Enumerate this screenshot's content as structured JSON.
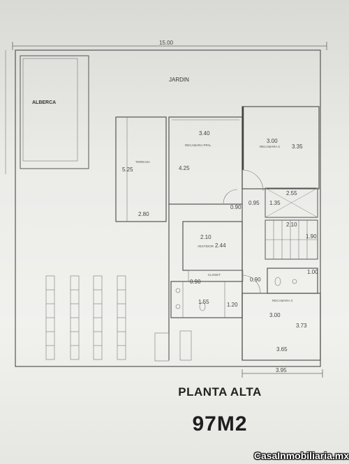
{
  "plan": {
    "top_dimension": "15.00",
    "bottom_dimension": "3.95",
    "labels": {
      "garden": "JARDIN",
      "pool": "ALBERCA"
    },
    "dimensions": {
      "d340": "3.40",
      "d300a": "3.00",
      "d335": "3.35",
      "d525": "5.25",
      "d425": "4.25",
      "d280": "2.80",
      "d090a": "0.90",
      "d095": "0.95",
      "d135": "1.35",
      "d255": "2.55",
      "d210a": "2.10",
      "d210b": "2.10",
      "d244": "2.44",
      "d190": "1.90",
      "d090b": "0.90",
      "d090c": "0.90",
      "d100": "1.00",
      "d155": "1.55",
      "d120": "1.20",
      "d300b": "3.00",
      "d373": "3.73",
      "d365": "3.65"
    }
  },
  "footer": {
    "title": "PLANTA ALTA",
    "area": "97M2",
    "watermark": "CasaInmobiliaria.mx"
  }
}
